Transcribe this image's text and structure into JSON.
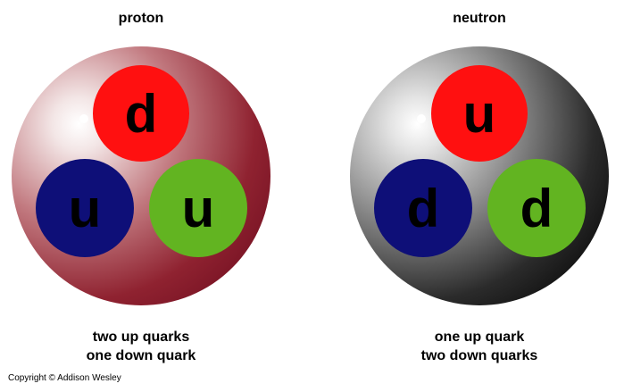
{
  "proton": {
    "title": "proton",
    "caption_line1": "two up quarks",
    "caption_line2": "one down quark",
    "quarks": [
      {
        "label": "d",
        "color": "#ff1010"
      },
      {
        "label": "u",
        "color": "#0e0f78"
      },
      {
        "label": "u",
        "color": "#62b421"
      }
    ],
    "sphere_color": "#8b1a2b"
  },
  "neutron": {
    "title": "neutron",
    "caption_line1": "one up quark",
    "caption_line2": "two down quarks",
    "quarks": [
      {
        "label": "u",
        "color": "#ff1010"
      },
      {
        "label": "d",
        "color": "#0e0f78"
      },
      {
        "label": "d",
        "color": "#62b421"
      }
    ],
    "sphere_color": "#1a1a1a"
  },
  "copyright": "Copyright © Addison Wesley"
}
